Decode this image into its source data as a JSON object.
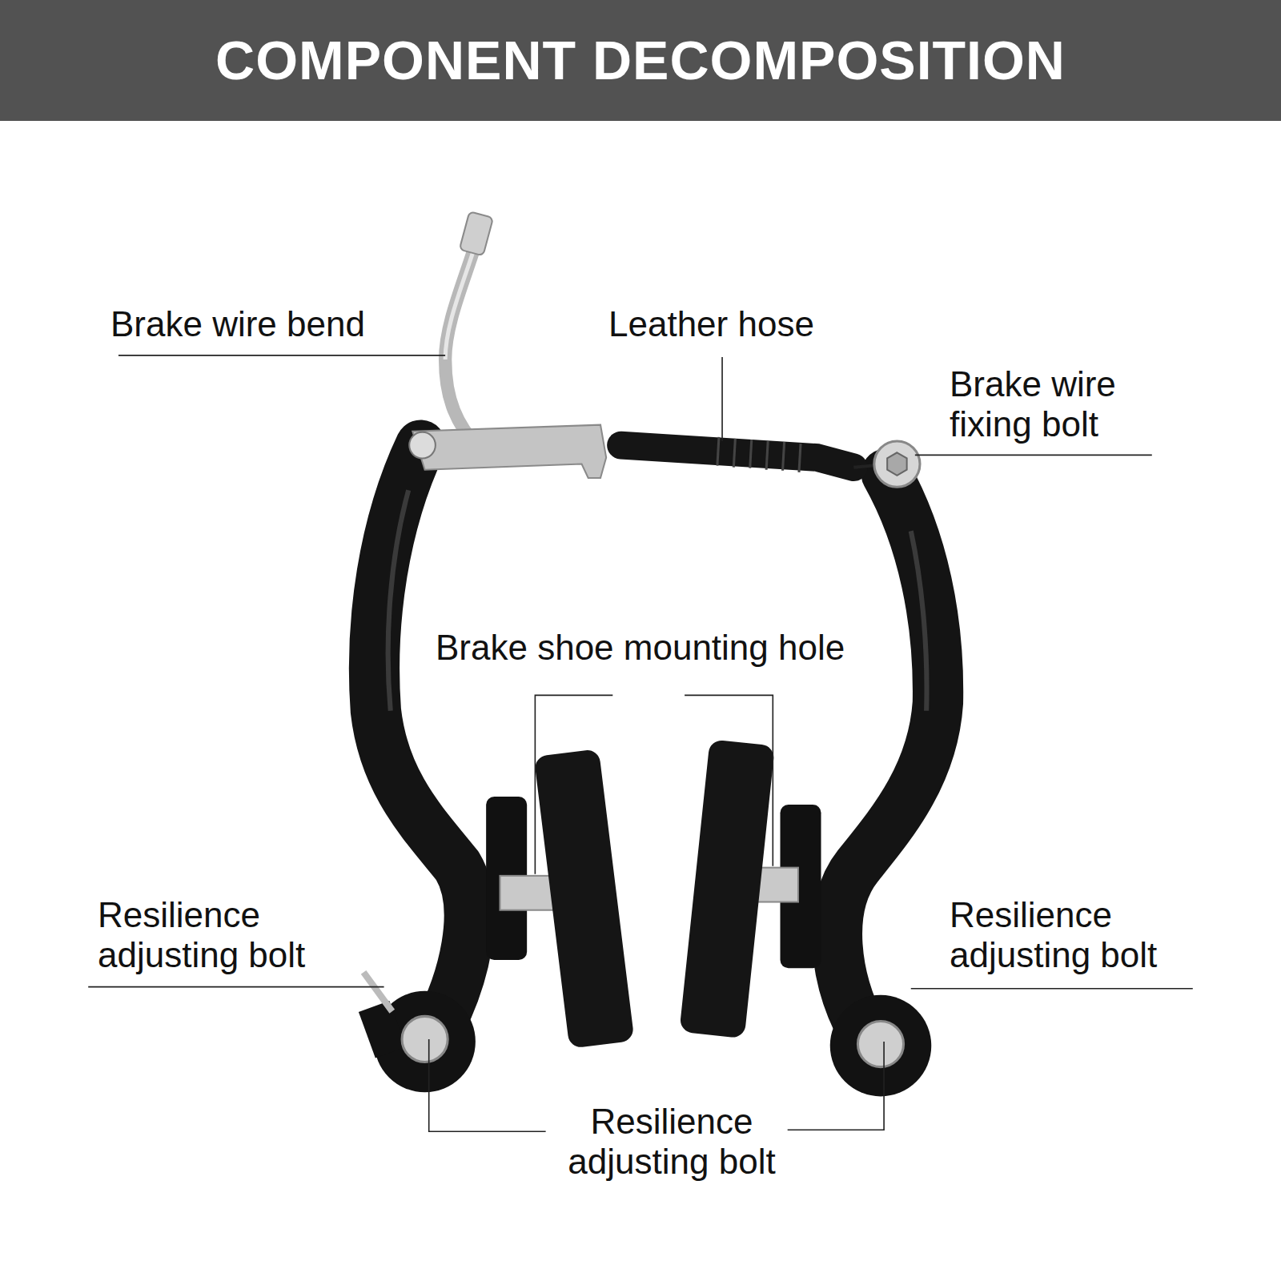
{
  "diagram": {
    "title": "COMPONENT DECOMPOSITION",
    "labels": [
      "Brake wire bend",
      "Leather hose",
      "Brake wire fixing bolt",
      "Brake shoe mounting hole",
      "Resilience adjusting bolt",
      "Resilience adjusting bolt",
      "Resilience adjusting bolt"
    ]
  }
}
